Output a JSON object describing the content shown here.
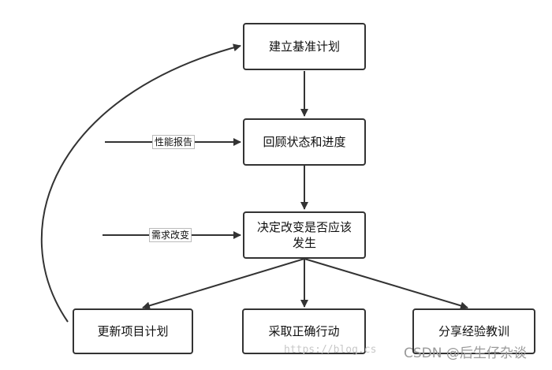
{
  "nodes": {
    "baseline_plan": "建立基准计划",
    "review_status": "回顾状态和进度",
    "decide_change": "决定改变是否应该\n发生",
    "update_plan": "更新项目计划",
    "corrective_action": "采取正确行动",
    "share_lessons": "分享经验教训"
  },
  "inputs": {
    "performance_report": "性能报告",
    "change_request": "需求改变"
  },
  "watermark": {
    "url": "https://blog.cs",
    "brand": "CSDN @后生仔杂谈"
  },
  "colors": {
    "line": "#333333",
    "border": "#333333"
  }
}
